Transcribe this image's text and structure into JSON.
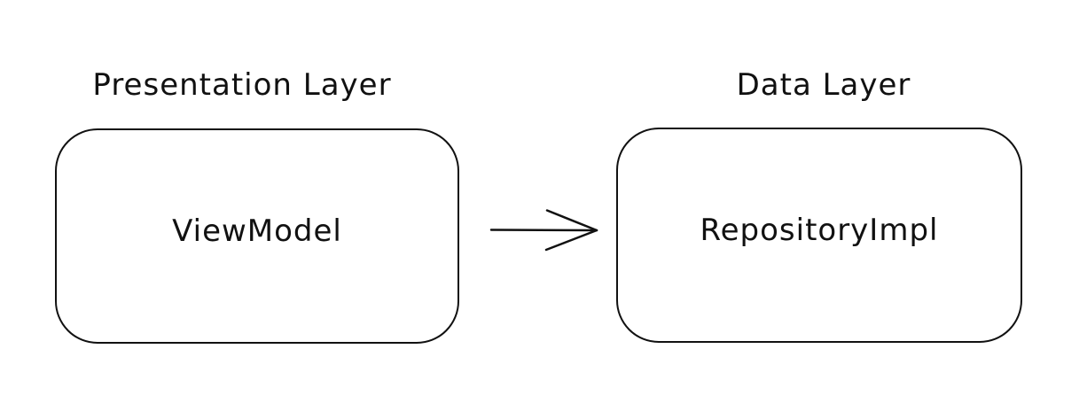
{
  "diagram": {
    "background_color": "#ffffff",
    "stroke_color": "#111111",
    "groups": [
      {
        "title": "Presentation Layer",
        "node_label": "ViewModel"
      },
      {
        "title": "Data Layer",
        "node_label": "RepositoryImpl"
      }
    ],
    "arrow": {
      "from": "ViewModel",
      "to": "RepositoryImpl",
      "direction": "right",
      "head_style": "open"
    }
  }
}
